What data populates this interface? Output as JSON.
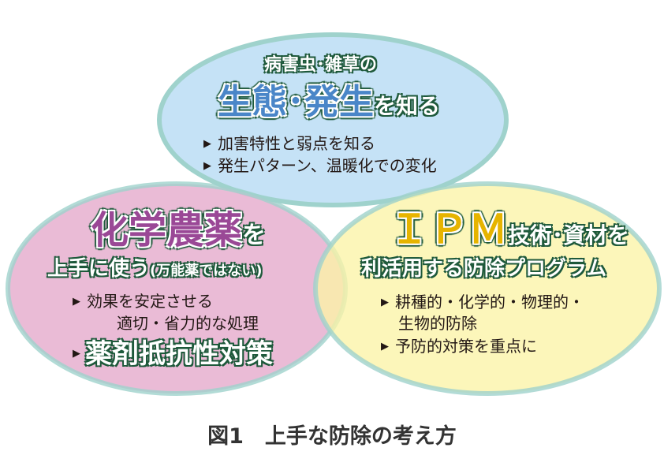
{
  "colors": {
    "top_fill": "#c5e2f6",
    "left_fill": "#e6afcf",
    "right_fill": "#fbf3a6",
    "ring": "#9fd2cc",
    "outline": "#1f5a3c",
    "blue": "#4a86c8",
    "purple": "#9a4896",
    "yellow": "#e6b400"
  },
  "top": {
    "subtitle": "病害虫･雑草の",
    "title_main": "生態･発生",
    "title_suffix": "を知る",
    "bullets": [
      "加害特性と弱点を知る",
      "発生パターン、温暖化での変化"
    ]
  },
  "left": {
    "title_main": "化学農薬",
    "title_suffix": "を",
    "line2": "上手に使う",
    "line2_note": "(万能薬ではない)",
    "bullets": [
      "効果を安定させる",
      "適切・省力的な処理"
    ],
    "emphasis": "薬剤抵抗性対策"
  },
  "right": {
    "title_main": "ＩＰＭ",
    "title_suffix": "技術･資材を",
    "line2": "利活用する防除プログラム",
    "bullets": [
      "耕種的・化学的・物理的・",
      "生物的防除",
      "予防的対策を重点に"
    ]
  },
  "bullet_marker": "▶",
  "caption": "図1　上手な防除の考え方"
}
